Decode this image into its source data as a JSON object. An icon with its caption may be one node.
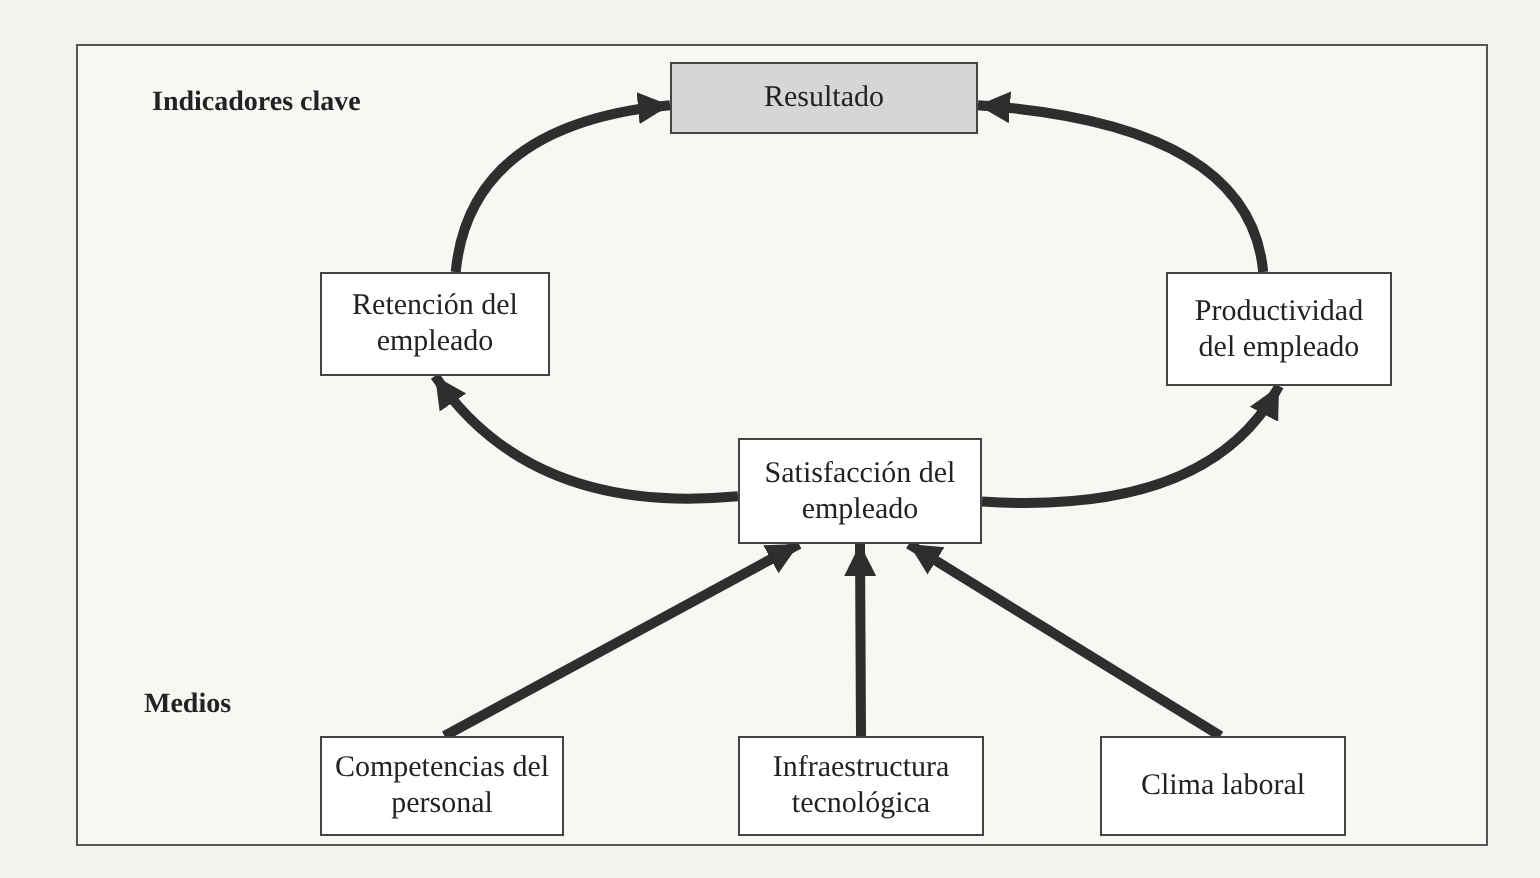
{
  "diagram": {
    "nodes": [
      {
        "text": [
          "Resultado"
        ]
      },
      {
        "text": [
          "Retención del empleado"
        ]
      },
      {
        "text": [
          "Productividad del empleado"
        ]
      },
      {
        "text": [
          "Satisfacción del empleado"
        ]
      },
      {
        "text": [
          "Competencias del personal"
        ]
      },
      {
        "text": [
          "Infraestructura tecnológica"
        ]
      },
      {
        "text": [
          "Clima laboral"
        ]
      }
    ],
    "edges": [
      {
        "from": 1,
        "to": 0,
        "arrow": "to"
      },
      {
        "from": 2,
        "to": 0,
        "arrow": "to"
      },
      {
        "from": 3,
        "to": 1,
        "arrow": "to"
      },
      {
        "from": 3,
        "to": 2,
        "arrow": "to"
      },
      {
        "from": 4,
        "to": 3,
        "arrow": "to"
      },
      {
        "from": 5,
        "to": 3,
        "arrow": "to"
      },
      {
        "from": 6,
        "to": 3,
        "arrow": "to"
      }
    ],
    "labels": [
      "Indicadores clave",
      "Medios"
    ]
  }
}
